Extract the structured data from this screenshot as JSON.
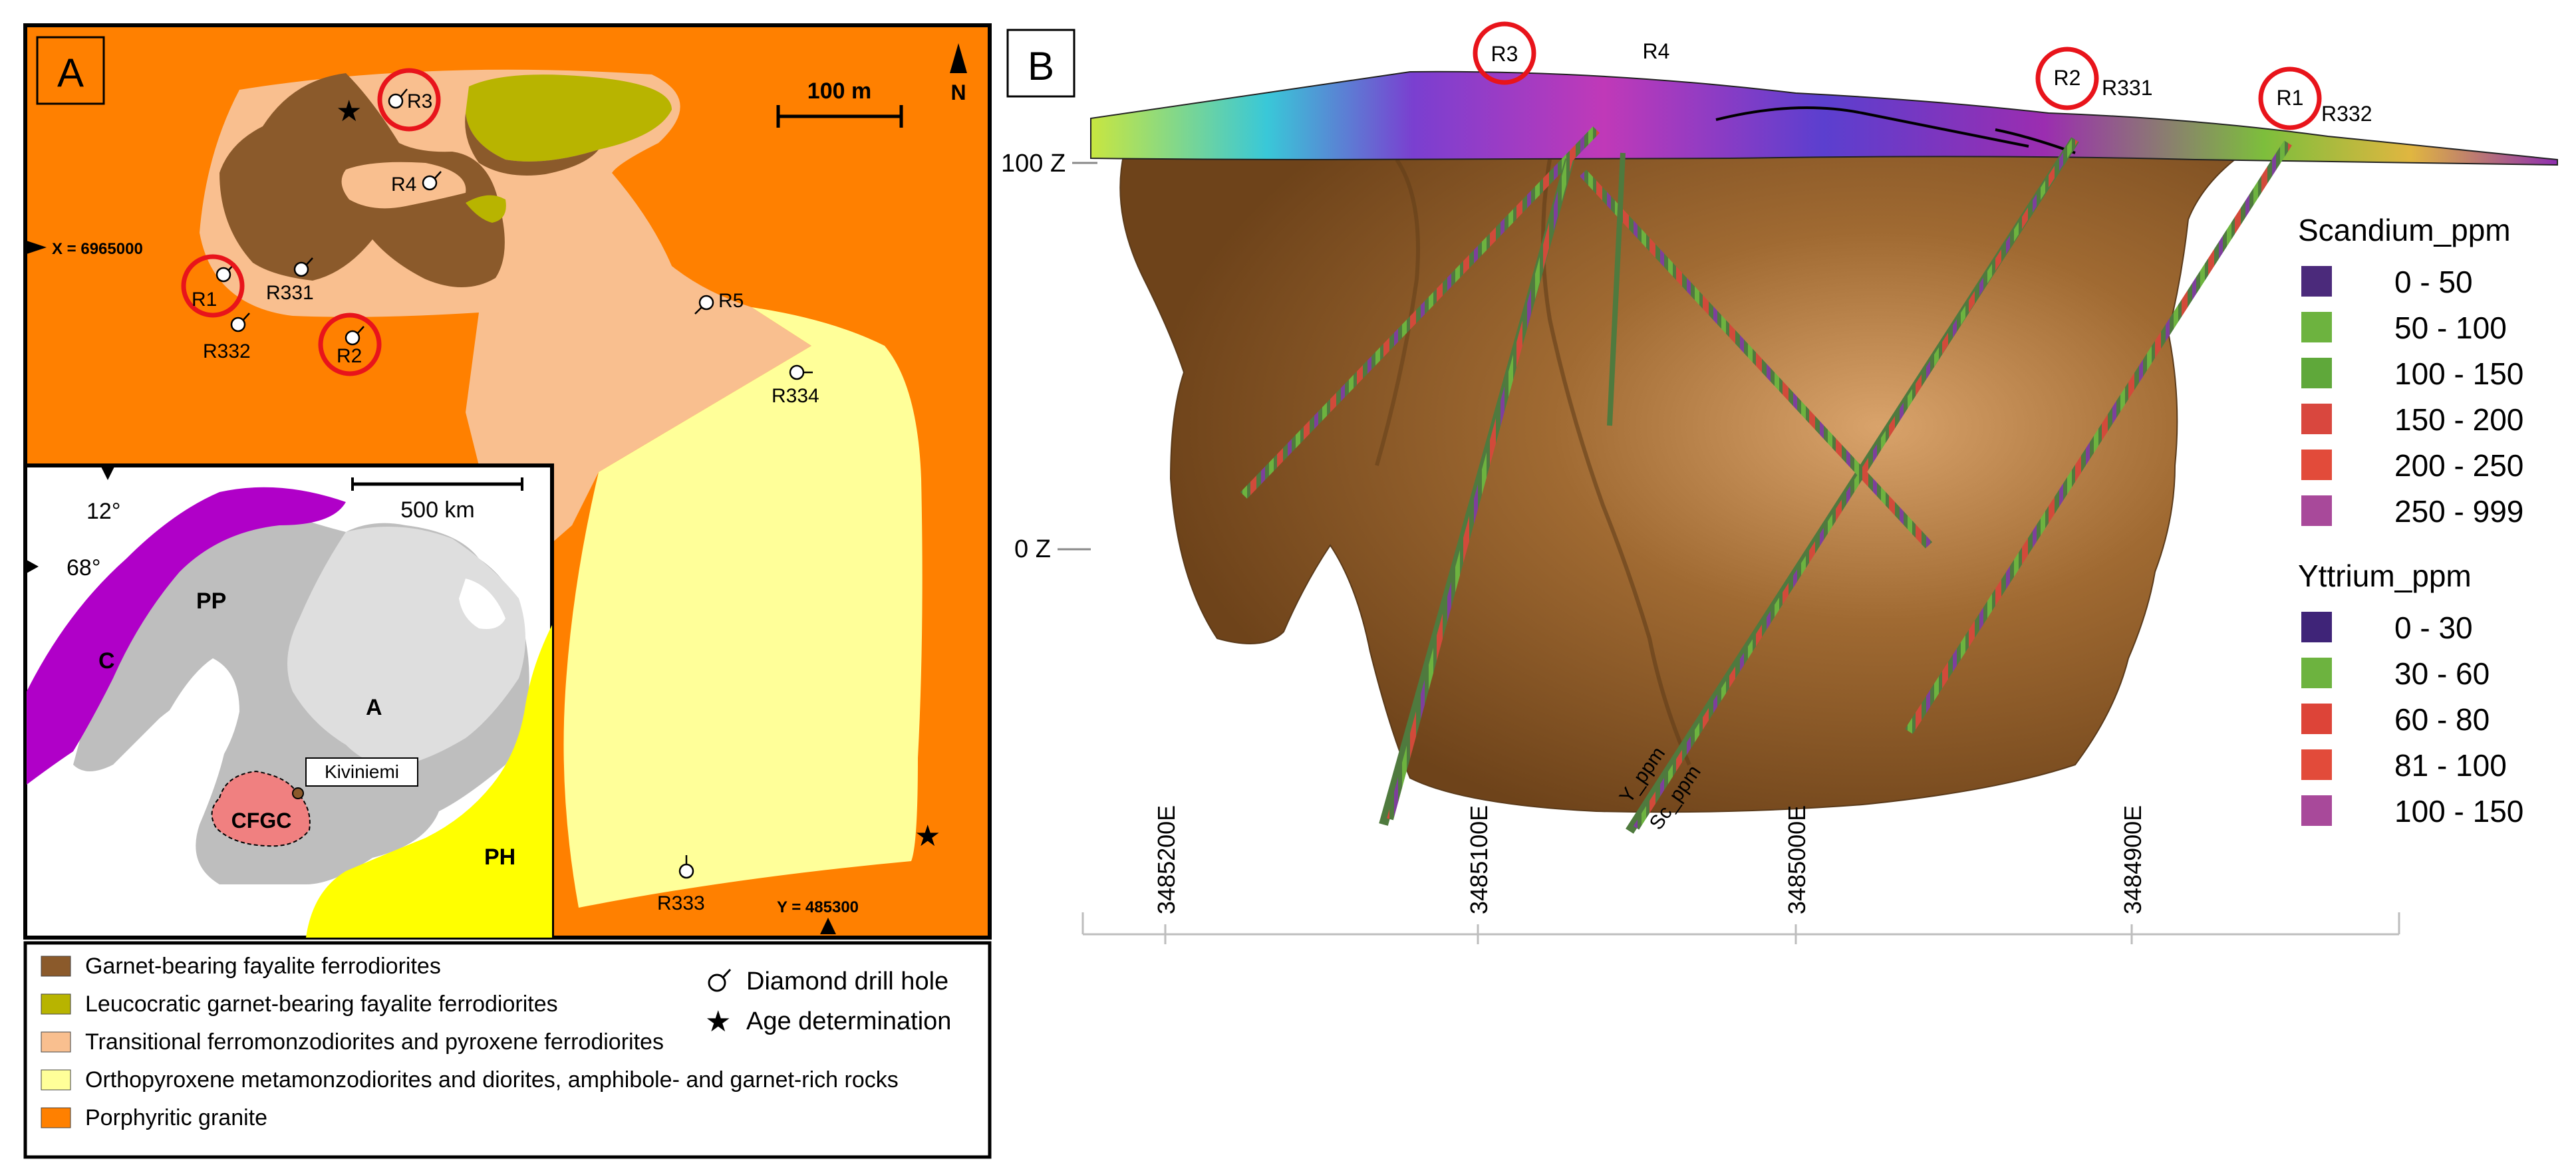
{
  "panel_a": {
    "letter": "A",
    "scale_label": "100 m",
    "north_label": "N",
    "coord_x": "X = 6965000",
    "coord_y": "Y = 485300",
    "drill_holes": [
      {
        "id": "R3",
        "label": "R3",
        "circled": true
      },
      {
        "id": "R4",
        "label": "R4",
        "circled": false
      },
      {
        "id": "R331",
        "label": "R331",
        "circled": false
      },
      {
        "id": "R1",
        "label": "R1",
        "circled": true
      },
      {
        "id": "R332",
        "label": "R332",
        "circled": false
      },
      {
        "id": "R2",
        "label": "R2",
        "circled": true
      },
      {
        "id": "R5",
        "label": "R5",
        "circled": false
      },
      {
        "id": "R334",
        "label": "R334",
        "circled": false
      },
      {
        "id": "R333",
        "label": "R333",
        "circled": false
      }
    ],
    "inset": {
      "scale_label": "500 km",
      "lon_label": "12°",
      "lat_label": "68°",
      "regions": {
        "c": "C",
        "pp": "PP",
        "a": "A",
        "ph": "PH",
        "cfgc": "CFGC"
      },
      "site_label": "Kiviniemi"
    },
    "legend": {
      "units": [
        {
          "label": "Garnet-bearing fayalite ferrodiorites",
          "color": "#8B5A2B"
        },
        {
          "label": "Leucocratic garnet-bearing fayalite ferrodiorites",
          "color": "#B8B400"
        },
        {
          "label": "Transitional ferromonzodiorites and pyroxene ferrodiorites",
          "color": "#F9BF8F"
        },
        {
          "label": "Orthopyroxene metamonzodiorites and diorites, amphibole- and garnet-rich rocks",
          "color": "#FFFF99"
        },
        {
          "label": "Porphyritic granite",
          "color": "#FF8000"
        }
      ],
      "symbols": [
        {
          "label": "Diamond drill hole",
          "icon": "drill-hole-icon"
        },
        {
          "label": "Age determination",
          "icon": "star-icon"
        }
      ]
    }
  },
  "panel_b": {
    "letter": "B",
    "hole_labels": {
      "r3": "R3",
      "r4": "R4",
      "r2": "R2",
      "r331": "R331",
      "r1": "R1",
      "r332": "R332"
    },
    "z_labels": [
      "100 Z",
      "0 Z"
    ],
    "easting_labels": [
      "3485200E",
      "3485100E",
      "3485000E",
      "3484900E"
    ],
    "trace_labels": [
      "Y_ppm",
      "Sc_ppm"
    ],
    "legend": {
      "scandium_title": "Scandium_ppm",
      "scandium": [
        {
          "label": "0 - 50",
          "color": "#4B2A7B"
        },
        {
          "label": "50 - 100",
          "color": "#6DB33F"
        },
        {
          "label": "100 - 150",
          "color": "#5FA83A"
        },
        {
          "label": "150 - 200",
          "color": "#D9473E"
        },
        {
          "label": "200 - 250",
          "color": "#E24B3A"
        },
        {
          "label": "250 - 999",
          "color": "#A8499A"
        }
      ],
      "yttrium_title": "Yttrium_ppm",
      "yttrium": [
        {
          "label": "0 - 30",
          "color": "#3F2478"
        },
        {
          "label": "30 - 60",
          "color": "#6DB33F"
        },
        {
          "label": "60 - 80",
          "color": "#DD4438"
        },
        {
          "label": "81 - 100",
          "color": "#E24B3A"
        },
        {
          "label": "100 - 150",
          "color": "#A8499A"
        }
      ]
    }
  }
}
